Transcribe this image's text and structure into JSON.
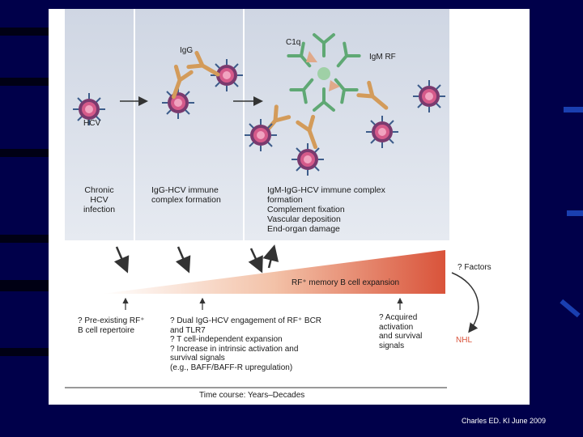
{
  "panels": {
    "p1": {
      "hcv_label": "HCV",
      "caption": [
        "Chronic",
        "HCV",
        "infection"
      ]
    },
    "p2": {
      "igg_label": "IgG",
      "caption": [
        "IgG-HCV immune",
        "complex formation"
      ]
    },
    "p3": {
      "c1q_label": "C1q",
      "igm_label": "IgM RF",
      "caption": [
        "IgM-IgG-HCV immune complex",
        "formation",
        "Complement fixation",
        "Vascular deposition",
        "End-organ damage"
      ]
    }
  },
  "bottom": {
    "wedge_label": "RF⁺ memory B cell expansion",
    "factors_label": "? Factors",
    "outcome_label": "NHL",
    "notes_left": [
      "? Pre-existing RF⁺",
      "B cell repertoire"
    ],
    "notes_mid": [
      "? Dual IgG-HCV engagement of RF⁺ BCR",
      "and TLR7",
      "? T cell-independent expansion",
      "? Increase in intrinsic activation and",
      "survival signals",
      "(e.g., BAFF/BAFF-R upregulation)"
    ],
    "notes_right": [
      "? Acquired",
      "activation",
      "and survival",
      "signals"
    ],
    "timeline_label": "Time course: Years–Decades"
  },
  "credit": "Charles ED. KI June 2009",
  "colors": {
    "background": "#00004a",
    "panel": "#d4dae6",
    "wedge_end": "#d9533a"
  }
}
